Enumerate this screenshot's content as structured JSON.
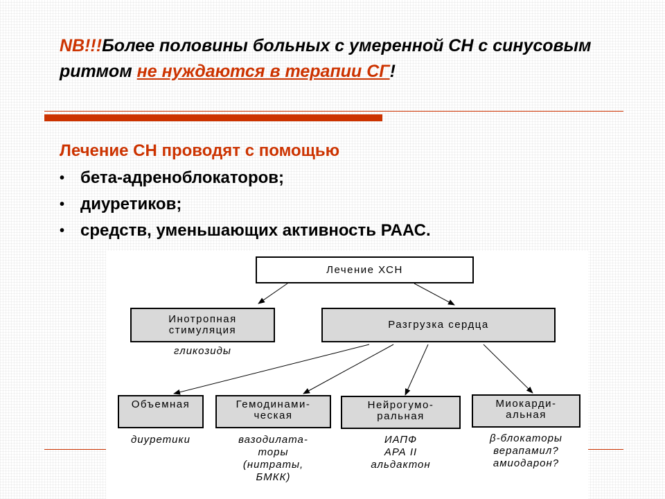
{
  "headline": {
    "nb": "NB!!!",
    "text_a": "Более половины больных с умеренной СН с синусовым ритмом ",
    "highlight": "не нуждаются в терапии СГ",
    "tail": "!"
  },
  "treatment": {
    "heading": "Лечение СН проводят с помощью",
    "bullets": [
      "бета-адреноблокаторов;",
      "диуретиков;",
      "средств, уменьшающих активность  РААС."
    ]
  },
  "diagram": {
    "root": "Лечение ХСН",
    "inotropic": "Инотропная\nстимуляция",
    "inotropic_note": "гликозиды",
    "unloading": "Разгрузка сердца",
    "leaves": [
      {
        "label": "Объемная",
        "note": "диуретики"
      },
      {
        "label": "Гемодинами-\nческая",
        "note": "вазодилата-\nторы\n(нитраты,\nБМКК)"
      },
      {
        "label": "Нейрогумо-\nральная",
        "note": "ИАПФ\nАРА II\nальдактон"
      },
      {
        "label": "Миокарди-\nальная",
        "note": "β-блокаторы\nверапамил?\nамиодарон?"
      }
    ]
  },
  "colors": {
    "accent": "#cc3300",
    "box_fill": "#d9d9d9"
  }
}
